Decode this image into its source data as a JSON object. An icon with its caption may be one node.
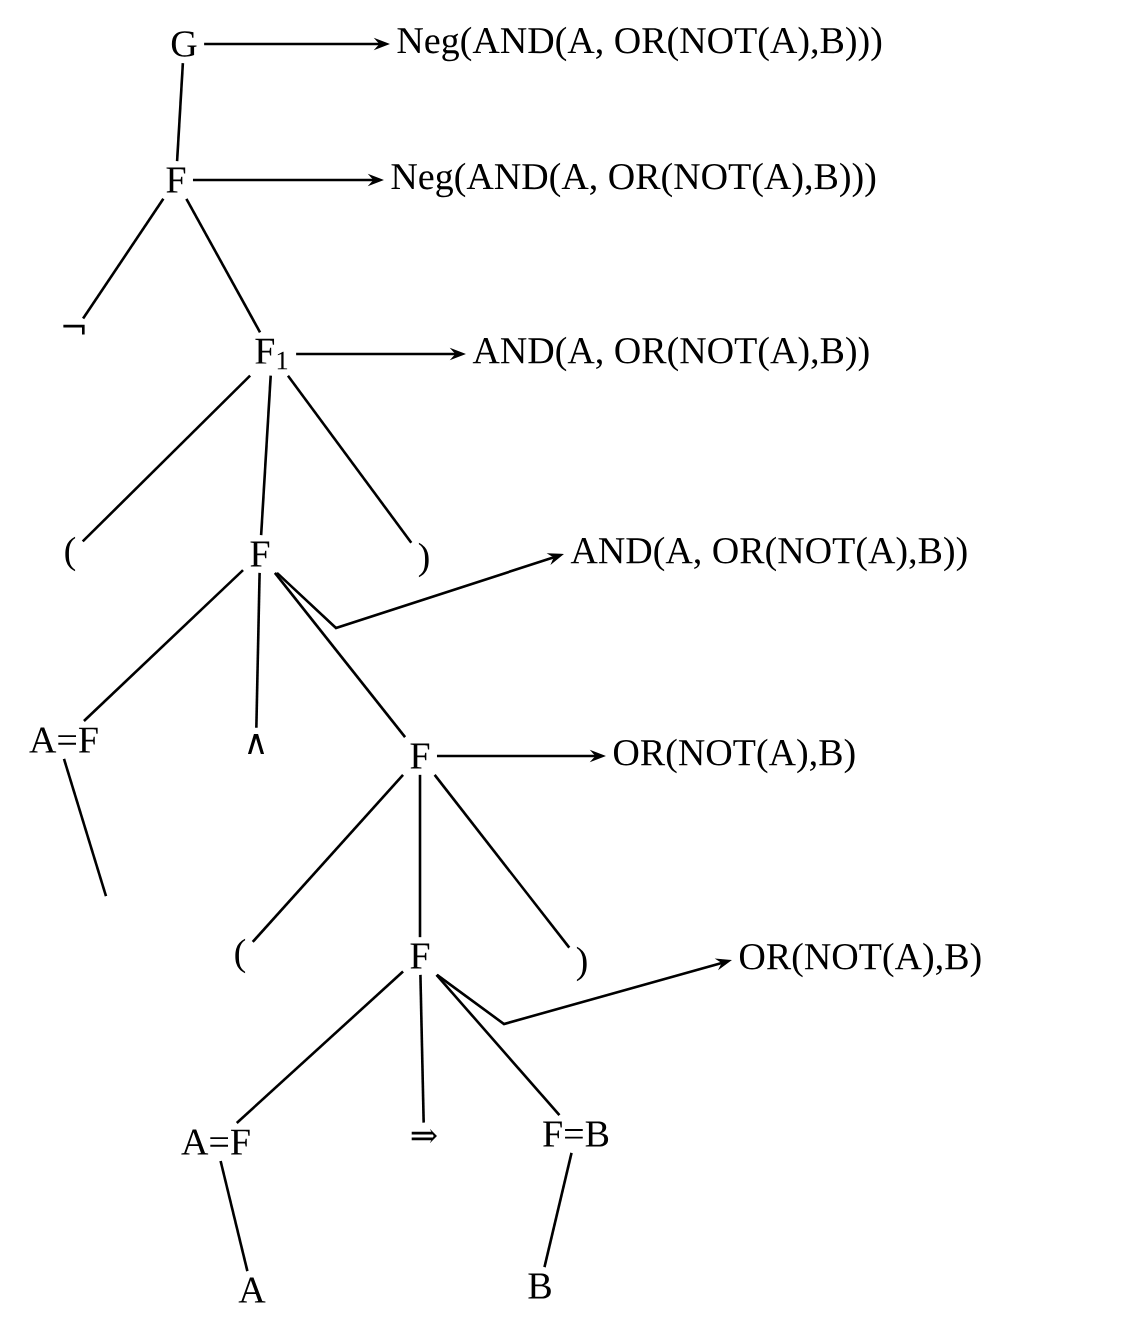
{
  "diagram": {
    "nodes": [
      {
        "text": [
          "G"
        ]
      },
      {
        "text": [
          "Neg(AND(A, OR(NOT(A),B)))"
        ]
      },
      {
        "text": [
          "F"
        ]
      },
      {
        "text": [
          "Neg(AND(A, OR(NOT(A),B)))"
        ]
      },
      {
        "text": [
          "¬"
        ]
      },
      {
        "text": [
          "F$_{1}$"
        ]
      },
      {
        "text": [
          "AND(A, OR(NOT(A),B))"
        ]
      },
      {
        "text": [
          "("
        ]
      },
      {
        "text": [
          "F"
        ]
      },
      {
        "text": [
          ")"
        ]
      },
      {
        "text": [
          "AND(A, OR(NOT(A),B))"
        ]
      },
      {
        "text": [
          "A=F"
        ]
      },
      {
        "text": [
          "∧"
        ]
      },
      {
        "text": [
          "F"
        ]
      },
      {
        "text": [
          "OR(NOT(A),B)"
        ]
      },
      {
        "text": [
          "("
        ]
      },
      {
        "text": [
          "F"
        ]
      },
      {
        "text": [
          ")"
        ]
      },
      {
        "text": [
          "OR(NOT(A),B)"
        ]
      },
      {
        "text": [
          "A=F"
        ]
      },
      {
        "text": [
          "⇒"
        ]
      },
      {
        "text": [
          "F=B"
        ]
      },
      {
        "text": [
          "A"
        ]
      },
      {
        "text": [
          "B"
        ]
      }
    ],
    "edges": [
      {
        "from": 0,
        "to": 1,
        "arrow": "to"
      },
      {
        "from": 0,
        "to": 2,
        "arrow": "none"
      },
      {
        "from": 2,
        "to": 3,
        "arrow": "to"
      },
      {
        "from": 2,
        "to": 4,
        "arrow": "none"
      },
      {
        "from": 2,
        "to": 5,
        "arrow": "none"
      },
      {
        "from": 5,
        "to": 6,
        "arrow": "to"
      },
      {
        "from": 5,
        "to": 7,
        "arrow": "none"
      },
      {
        "from": 5,
        "to": 8,
        "arrow": "none"
      },
      {
        "from": 5,
        "to": 9,
        "arrow": "none"
      },
      {
        "from": 8,
        "to": 10,
        "arrow": "to"
      },
      {
        "from": 8,
        "to": 11,
        "arrow": "none"
      },
      {
        "from": 8,
        "to": 12,
        "arrow": "none"
      },
      {
        "from": 8,
        "to": 13,
        "arrow": "none"
      },
      {
        "from": 13,
        "to": 14,
        "arrow": "to"
      },
      {
        "from": 13,
        "to": 15,
        "arrow": "none"
      },
      {
        "from": 13,
        "to": 16,
        "arrow": "none"
      },
      {
        "from": 13,
        "to": 17,
        "arrow": "none"
      },
      {
        "from": 16,
        "to": 18,
        "arrow": "to"
      },
      {
        "from": 16,
        "to": 19,
        "arrow": "none"
      },
      {
        "from": 16,
        "to": 20,
        "arrow": "none"
      },
      {
        "from": 16,
        "to": 21,
        "arrow": "none"
      },
      {
        "from": 19,
        "to": 22,
        "arrow": "none"
      },
      {
        "from": 21,
        "to": 23,
        "arrow": "none"
      },
      {
        "from": 11,
        "to": null,
        "arrow": "none"
      }
    ]
  }
}
